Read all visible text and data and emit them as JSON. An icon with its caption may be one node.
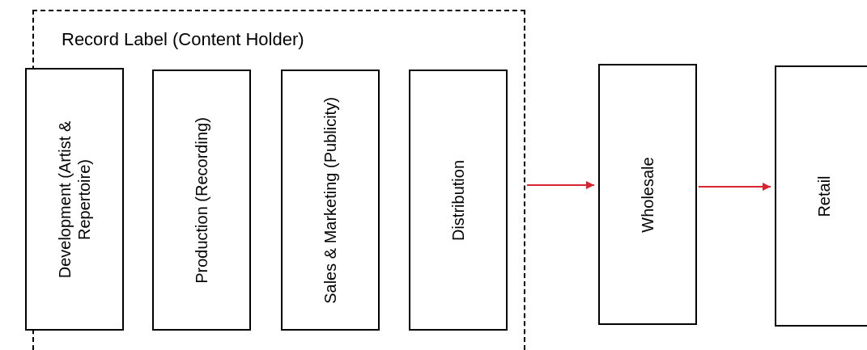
{
  "diagram": {
    "nodes": [
      {
        "text": [
          "Record Label (Content Holder)"
        ]
      },
      {
        "text": [
          "Development (Artist & Repertoire)"
        ],
        "in": 0
      },
      {
        "text": [
          "Production (Recording)"
        ],
        "in": 0
      },
      {
        "text": [
          "Sales & Marketing (Publicity)"
        ],
        "in": 0
      },
      {
        "text": [
          "Distribution"
        ],
        "in": 0
      },
      {
        "text": [
          "Wholesale"
        ]
      },
      {
        "text": [
          "Retail"
        ]
      }
    ],
    "edges": [
      {
        "from": 0,
        "to": 5,
        "arrow": "to"
      },
      {
        "from": 5,
        "to": 6,
        "arrow": "to"
      }
    ]
  }
}
